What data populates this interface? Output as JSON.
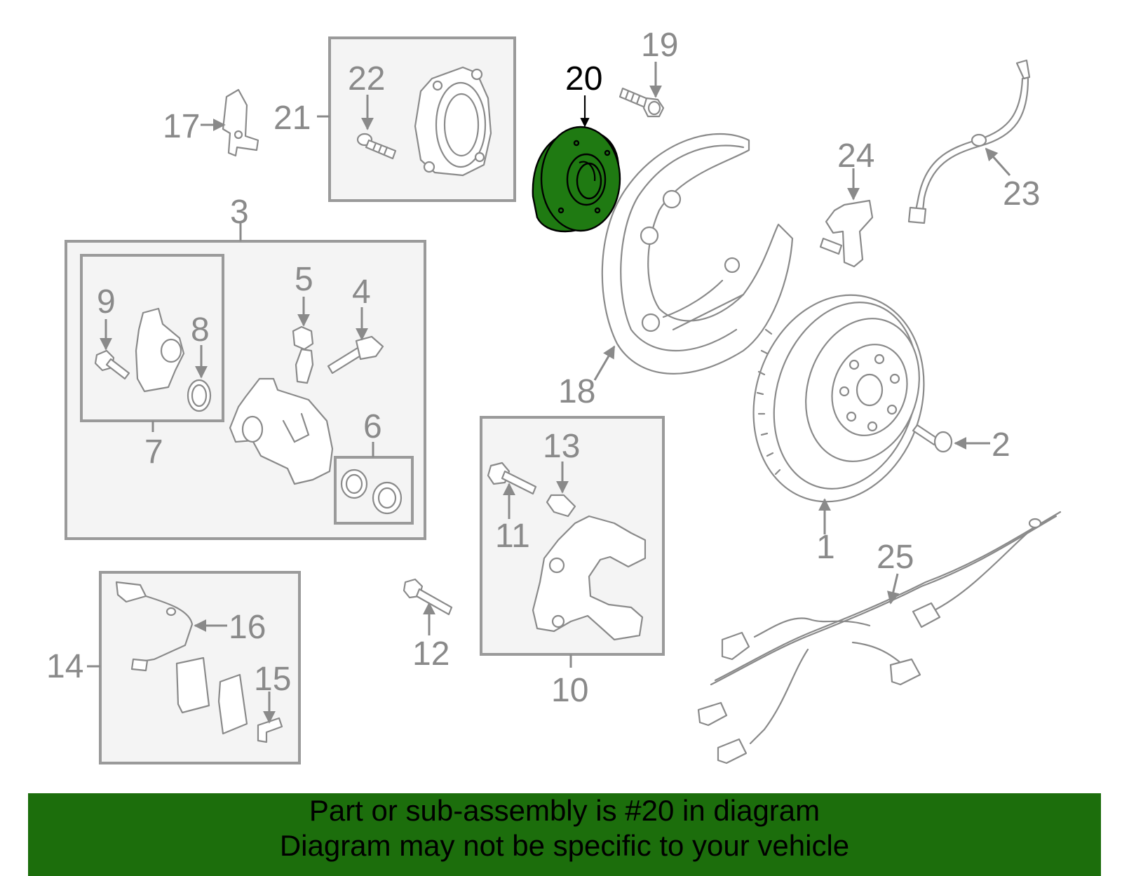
{
  "callouts": {
    "n1": "1",
    "n2": "2",
    "n3": "3",
    "n4": "4",
    "n5": "5",
    "n6": "6",
    "n7": "7",
    "n8": "8",
    "n9": "9",
    "n10": "10",
    "n11": "11",
    "n12": "12",
    "n13": "13",
    "n14": "14",
    "n15": "15",
    "n16": "16",
    "n17": "17",
    "n18": "18",
    "n19": "19",
    "n20": "20",
    "n21": "21",
    "n22": "22",
    "n23": "23",
    "n24": "24",
    "n25": "25"
  },
  "highlight": {
    "part": "20",
    "color": "#1f7a12"
  },
  "banner": {
    "line1": "Part or sub-assembly is #20 in diagram",
    "line2": "Diagram may not be specific to your vehicle",
    "background": "#1c6e0c"
  }
}
